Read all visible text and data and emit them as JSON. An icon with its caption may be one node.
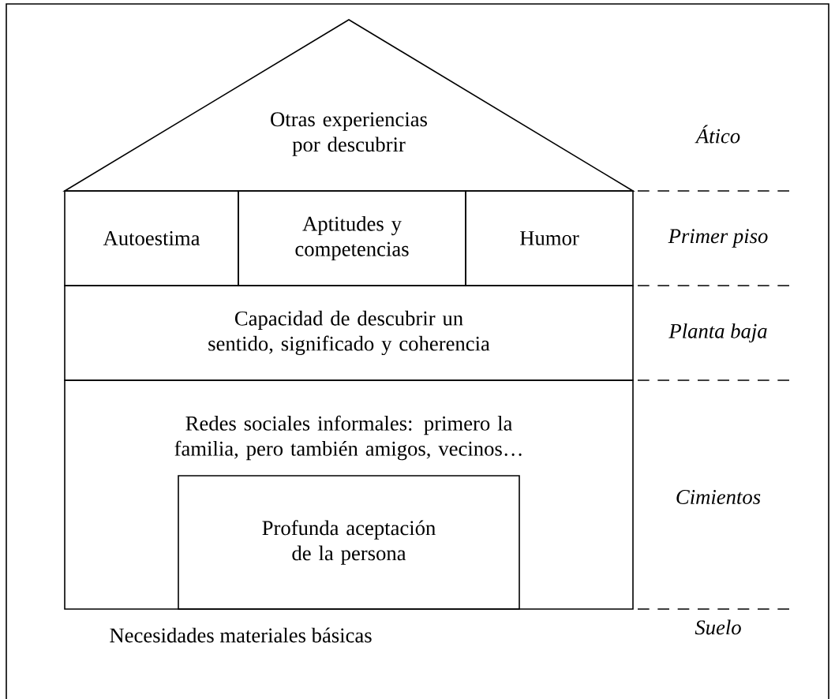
{
  "diagram": {
    "nodes": [
      {
        "text": [
          "Otras experiencias por descubrir"
        ]
      },
      {
        "text": [
          "Autoestima"
        ]
      },
      {
        "text": [
          "Aptitudes y competencias"
        ]
      },
      {
        "text": [
          "Humor"
        ]
      },
      {
        "text": [
          "Capacidad de descubrir un sentido, significado y coherencia"
        ]
      },
      {
        "text": [
          "Redes sociales informales: primero la familia, pero también amigos, vecinos…"
        ]
      },
      {
        "text": [
          "Profunda aceptación de la persona"
        ],
        "in": 5
      }
    ],
    "labels": [
      "Ático",
      "Primer piso",
      "Planta baja",
      "Cimientos",
      "Necesidades materiales básicas",
      "Suelo"
    ]
  }
}
